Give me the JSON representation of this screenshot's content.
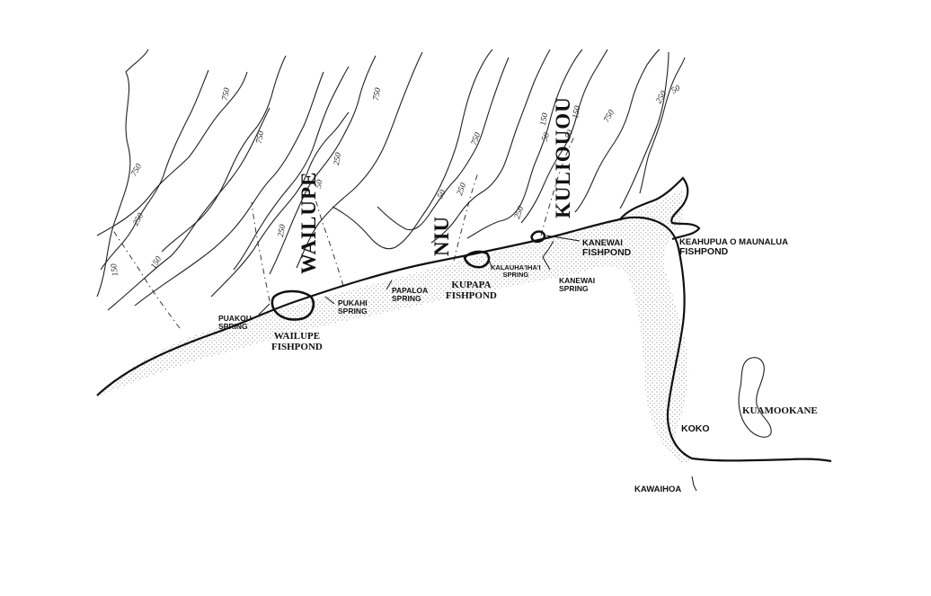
{
  "map": {
    "valleys": [
      "WAILUPE",
      "NIU",
      "KULIOUOU"
    ],
    "fishponds": [
      {
        "line1": "WAILUPE",
        "line2": "FISHPOND"
      },
      {
        "line1": "KUPAPA",
        "line2": "FISHPOND"
      },
      {
        "line1": "KANEWAI",
        "line2": "FISHPOND"
      },
      {
        "line1": "KEAHUPUA O MAUNALUA",
        "line2": "FISHPOND"
      }
    ],
    "springs": [
      {
        "line1": "PUAKOU",
        "line2": "SPRING"
      },
      {
        "line1": "PUKAHI",
        "line2": "SPRING"
      },
      {
        "line1": "PAPALOA",
        "line2": "SPRING"
      },
      {
        "line1": "KALAUHA'IHA'I",
        "line2": "SPRING"
      },
      {
        "line1": "KANEWAI",
        "line2": "SPRING"
      }
    ],
    "places": [
      "KUAMOOKANE",
      "KOKO",
      "KAWAIHOA"
    ],
    "elevations": [
      "750",
      "250",
      "150",
      "750",
      "250",
      "50",
      "750",
      "250",
      "750",
      "150",
      "50",
      "750",
      "250",
      "50",
      "250",
      "50",
      "750",
      "250",
      "50",
      "150",
      "150"
    ]
  }
}
